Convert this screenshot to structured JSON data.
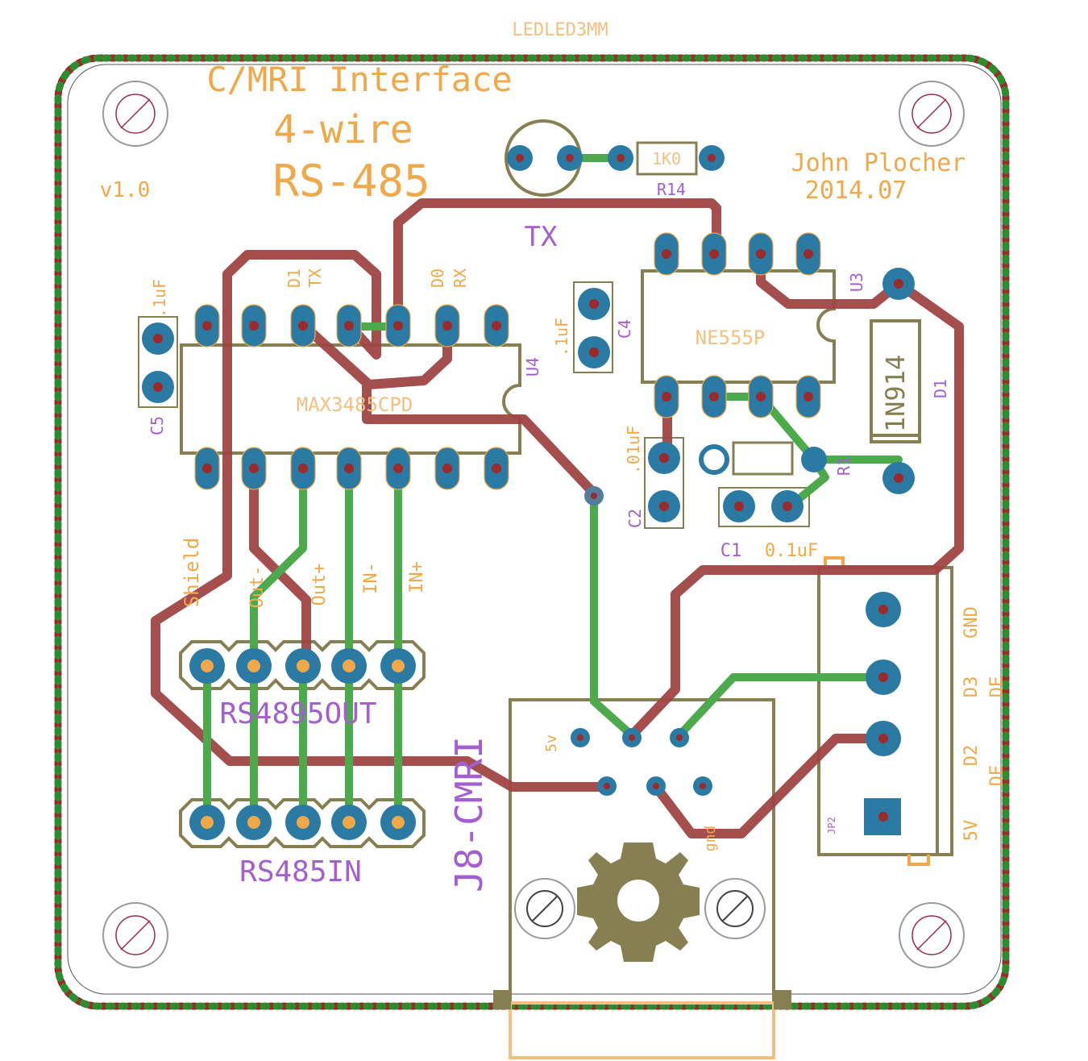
{
  "title": {
    "line1": "C/MRI Interface",
    "line2": "4-wire",
    "line3": "RS-485"
  },
  "version": "v1.0",
  "author": {
    "name": "John Plocher",
    "date": "2014.07"
  },
  "top_label": "LEDLED3MM",
  "components": {
    "u4": {
      "ref": "U4",
      "value": "MAX3485CPD"
    },
    "u3": {
      "ref": "U3",
      "value": "NE555P"
    },
    "d1": {
      "ref": "D1",
      "value": "1N914"
    },
    "r14": {
      "ref": "R14",
      "value": "1K0"
    },
    "r1": {
      "ref": "R1"
    },
    "c1": {
      "ref": "C1",
      "value": "0.1uF"
    },
    "c2": {
      "ref": "C2",
      "value": ".01uF"
    },
    "c4": {
      "ref": "C4",
      "value": ".1uF"
    },
    "c5": {
      "ref": "C5",
      "value": ".1uF"
    },
    "jp2": {
      "ref": "JP2"
    },
    "j8": {
      "ref": "J8-CMRI"
    }
  },
  "silk_labels": {
    "tx": "TX",
    "d1_tx": "D1\nTX",
    "d1_tx_l1": "D1",
    "d1_tx_l2": "TX",
    "d0_rx_l1": "D0",
    "d0_rx_l2": "RX",
    "shield": "Shield",
    "out_minus": "Out-",
    "out_plus": "Out+",
    "in_minus": "IN-",
    "in_plus": "IN+",
    "rs485out": "RS4895OUT",
    "rs485in": "RS485IN",
    "gnd_right": "GND",
    "d3": "D3",
    "d2": "D2",
    "v5_right": "5V",
    "de1": "DE",
    "de2": "DE",
    "v5_j8": "5v",
    "gnd_j8": "gnd"
  },
  "colors": {
    "outline": "#2e8b2e",
    "drill": "#9b2a2a",
    "pad": "#2a7aa3",
    "top_trace": "#a04545",
    "bottom_trace": "#4caa4c",
    "silk_orange": "#f0a848",
    "silk_purple": "#a35ed0",
    "package": "#857f52",
    "keepout": "#f4c080"
  }
}
